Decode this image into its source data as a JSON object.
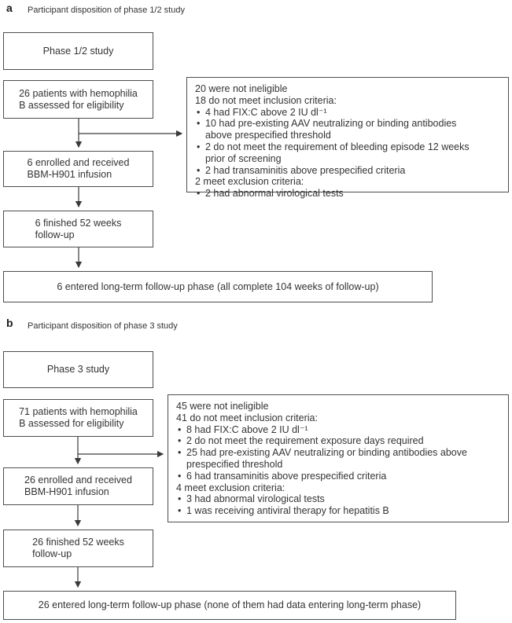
{
  "figure": {
    "background_color": "#ffffff",
    "border_color": "#4d4d4d",
    "text_color": "#333333",
    "arrow_color": "#3a3a3a"
  },
  "panels": [
    {
      "label": "a",
      "title": "Participant disposition of phase 1/2 study",
      "boxes": {
        "phase": "Phase 1/2 study",
        "assessed": "26 patients with hemophilia\nB assessed for eligibility",
        "enrolled": "6 enrolled and received\nBBM-H901 infusion",
        "finished": "6 finished 52 weeks\nfollow-up",
        "longterm": "6 entered long-term follow-up phase (all complete 104 weeks of follow-up)"
      },
      "exclusions": [
        {
          "bullet": false,
          "text": "20 were not ineligible"
        },
        {
          "bullet": false,
          "text": "18 do not meet inclusion criteria:"
        },
        {
          "bullet": true,
          "text": "4 had FIX:C above 2 IU dl⁻¹"
        },
        {
          "bullet": true,
          "text": "10 had pre-existing AAV neutralizing or binding antibodies\nabove prespecified threshold"
        },
        {
          "bullet": true,
          "text": "2 do not meet the requirement of bleeding episode 12 weeks\nprior of screening"
        },
        {
          "bullet": true,
          "text": "2 had transaminitis above prespecified criteria"
        },
        {
          "bullet": false,
          "text": "2 meet exclusion criteria:"
        },
        {
          "bullet": true,
          "text": "2 had abnormal virological tests"
        }
      ]
    },
    {
      "label": "b",
      "title": "Participant disposition of phase 3 study",
      "boxes": {
        "phase": "Phase 3 study",
        "assessed": "71 patients with hemophilia\nB assessed for eligibility",
        "enrolled": "26 enrolled and received\nBBM-H901 infusion",
        "finished": "26 finished 52 weeks\nfollow-up",
        "longterm": "26 entered long-term follow-up phase (none of them had data entering long-term phase)"
      },
      "exclusions": [
        {
          "bullet": false,
          "text": "45 were not ineligible"
        },
        {
          "bullet": false,
          "text": "41 do not meet inclusion criteria:"
        },
        {
          "bullet": true,
          "text": "8 had FIX:C above 2 IU dl⁻¹"
        },
        {
          "bullet": true,
          "text": "2 do not meet the requirement exposure days required"
        },
        {
          "bullet": true,
          "text": "25 had pre-existing AAV neutralizing or binding antibodies above\nprespecified threshold"
        },
        {
          "bullet": true,
          "text": "6 had transaminitis above prespecified criteria"
        },
        {
          "bullet": false,
          "text": "4 meet exclusion criteria:"
        },
        {
          "bullet": true,
          "text": "3 had abnormal virological tests"
        },
        {
          "bullet": true,
          "text": "1 was receiving antiviral therapy for hepatitis B"
        }
      ]
    }
  ]
}
